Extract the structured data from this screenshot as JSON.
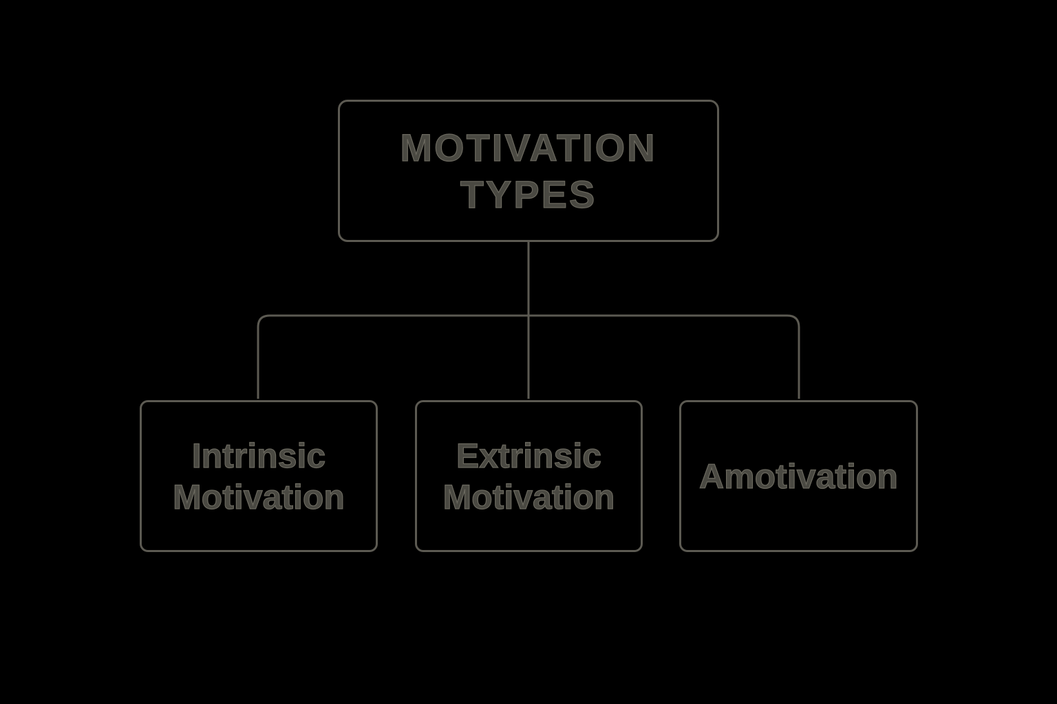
{
  "diagram": {
    "root": {
      "label_line1": "MOTIVATION",
      "label_line2": "TYPES"
    },
    "children": [
      {
        "label_line1": "Intrinsic",
        "label_line2": "Motivation"
      },
      {
        "label_line1": "Extrinsic",
        "label_line2": "Motivation"
      },
      {
        "label_line1": "Amotivation"
      }
    ],
    "colors": {
      "background": "#000000",
      "stroke": "#5c5a52",
      "text": "#4a4942"
    }
  }
}
